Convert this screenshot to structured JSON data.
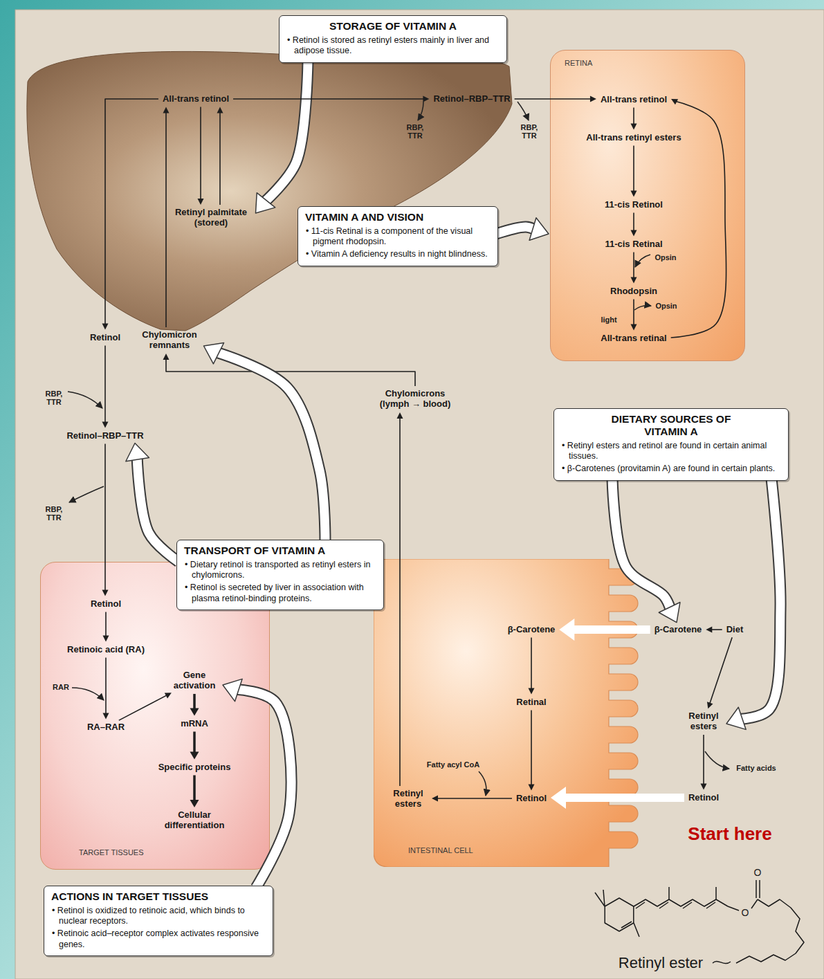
{
  "diagram": {
    "nodes": [
      {
        "text": [
          "STORAGE OF VITAMIN A",
          "• Retinol is stored as retinyl esters mainly in liver and adipose tissue."
        ]
      },
      {
        "text": [
          "All-trans retinol"
        ]
      },
      {
        "text": [
          "Retinyl palmitate (stored)"
        ]
      },
      {
        "text": [
          "Retinol–RBP–TTR"
        ]
      },
      {
        "text": [
          "RETINA"
        ]
      },
      {
        "text": [
          "All-trans retinol"
        ],
        "in": 4
      },
      {
        "text": [
          "All-trans retinyl esters"
        ],
        "in": 4
      },
      {
        "text": [
          "11-cis Retinol"
        ],
        "in": 4
      },
      {
        "text": [
          "11-cis Retinal"
        ],
        "in": 4
      },
      {
        "text": [
          "Rhodopsin"
        ],
        "in": 4
      },
      {
        "text": [
          "All-trans retinal"
        ],
        "in": 4
      },
      {
        "text": [
          "VITAMIN A AND VISION",
          "• 11-cis Retinal is a component of the visual pigment rhodopsin.",
          "• Vitamin A deficiency results in night blindness."
        ]
      },
      {
        "text": [
          "Retinol"
        ]
      },
      {
        "text": [
          "Chylomicron remnants"
        ]
      },
      {
        "text": [
          "Chylomicrons (lymph → blood)"
        ]
      },
      {
        "text": [
          "Retinol–RBP–TTR"
        ]
      },
      {
        "text": [
          "DIETARY SOURCES OF VITAMIN A",
          "• Retinyl esters and retinol are found in certain animal tissues.",
          "• β-Carotenes (provitamin A) are found in certain plants."
        ]
      },
      {
        "text": [
          "TRANSPORT OF VITAMIN A",
          "• Dietary retinol is transported as retinyl esters in chylomicrons.",
          "• Retinol is secreted by liver in association with plasma retinol-binding proteins."
        ]
      },
      {
        "text": [
          "TARGET TISSUES"
        ]
      },
      {
        "text": [
          "Retinol"
        ],
        "in": 18
      },
      {
        "text": [
          "Retinoic acid (RA)"
        ],
        "in": 18
      },
      {
        "text": [
          "RA–RAR"
        ],
        "in": 18
      },
      {
        "text": [
          "Gene activation"
        ],
        "in": 18
      },
      {
        "text": [
          "mRNA"
        ],
        "in": 18
      },
      {
        "text": [
          "Specific proteins"
        ],
        "in": 18
      },
      {
        "text": [
          "Cellular differentiation"
        ],
        "in": 18
      },
      {
        "text": [
          "INTESTINAL CELL"
        ]
      },
      {
        "text": [
          "β-Carotene"
        ],
        "in": 26
      },
      {
        "text": [
          "Retinal"
        ],
        "in": 26
      },
      {
        "text": [
          "Retinol"
        ],
        "in": 26
      },
      {
        "text": [
          "Retinyl esters"
        ],
        "in": 26
      },
      {
        "text": [
          "β-Carotene"
        ]
      },
      {
        "text": [
          "Diet"
        ]
      },
      {
        "text": [
          "Retinyl esters"
        ]
      },
      {
        "text": [
          "Retinol"
        ]
      },
      {
        "text": [
          "ACTIONS IN TARGET TISSUES",
          "• Retinol is oxidized to retinoic acid, which binds to nuclear receptors.",
          "• Retinoic acid–receptor complex activates responsive genes."
        ]
      }
    ],
    "edges": [
      {
        "from": 1,
        "to": 2,
        "arrow": "to"
      },
      {
        "from": 2,
        "to": 1,
        "arrow": "to"
      },
      {
        "from": 0,
        "to": 2,
        "arrow": "to"
      },
      {
        "from": 1,
        "to": 3,
        "arrow": "to"
      },
      {
        "from": 3,
        "to": 5,
        "arrow": "to"
      },
      {
        "from": 5,
        "to": 6,
        "arrow": "to"
      },
      {
        "from": 6,
        "to": 7,
        "arrow": "to"
      },
      {
        "from": 7,
        "to": 8,
        "arrow": "to"
      },
      {
        "from": 8,
        "to": 9,
        "arrow": "to"
      },
      {
        "from": 9,
        "to": 10,
        "arrow": "to"
      },
      {
        "from": 10,
        "to": 5,
        "arrow": "to"
      },
      {
        "from": 11,
        "to": 4,
        "arrow": "to"
      },
      {
        "from": 1,
        "to": 12,
        "arrow": "to"
      },
      {
        "from": 13,
        "to": 1,
        "arrow": "to"
      },
      {
        "from": 14,
        "to": 13,
        "arrow": "to"
      },
      {
        "from": 12,
        "to": 15,
        "arrow": "to"
      },
      {
        "from": 15,
        "to": 19,
        "arrow": "to"
      },
      {
        "from": 19,
        "to": 20,
        "arrow": "to"
      },
      {
        "from": 20,
        "to": 21,
        "arrow": "to"
      },
      {
        "from": 21,
        "to": 22,
        "arrow": "to"
      },
      {
        "from": 22,
        "to": 23,
        "arrow": "to"
      },
      {
        "from": 23,
        "to": 24,
        "arrow": "to"
      },
      {
        "from": 24,
        "to": 25,
        "arrow": "to"
      },
      {
        "from": 17,
        "to": 15,
        "arrow": "to"
      },
      {
        "from": 17,
        "to": 13,
        "arrow": "to"
      },
      {
        "from": 35,
        "to": 22,
        "arrow": "to"
      },
      {
        "from": 32,
        "to": 31,
        "arrow": "to"
      },
      {
        "from": 31,
        "to": 27,
        "arrow": "to"
      },
      {
        "from": 27,
        "to": 28,
        "arrow": "to"
      },
      {
        "from": 28,
        "to": 29,
        "arrow": "to"
      },
      {
        "from": 29,
        "to": 30,
        "arrow": "to"
      },
      {
        "from": 30,
        "to": 14,
        "arrow": "to"
      },
      {
        "from": 32,
        "to": 33,
        "arrow": "to"
      },
      {
        "from": 33,
        "to": 34,
        "arrow": "to"
      },
      {
        "from": 34,
        "to": 29,
        "arrow": "to"
      },
      {
        "from": 16,
        "to": 31,
        "arrow": "to"
      },
      {
        "from": 16,
        "to": 33,
        "arrow": "to"
      }
    ],
    "labels": [
      "RBP, TTR",
      "RBP, TTR",
      "Opsin",
      "light",
      "Opsin",
      "RBP, TTR",
      "RBP, TTR",
      "RAR",
      "Fatty acyl CoA",
      "Fatty acids",
      "Start here",
      "O",
      "O",
      "Retinyl ester"
    ]
  }
}
